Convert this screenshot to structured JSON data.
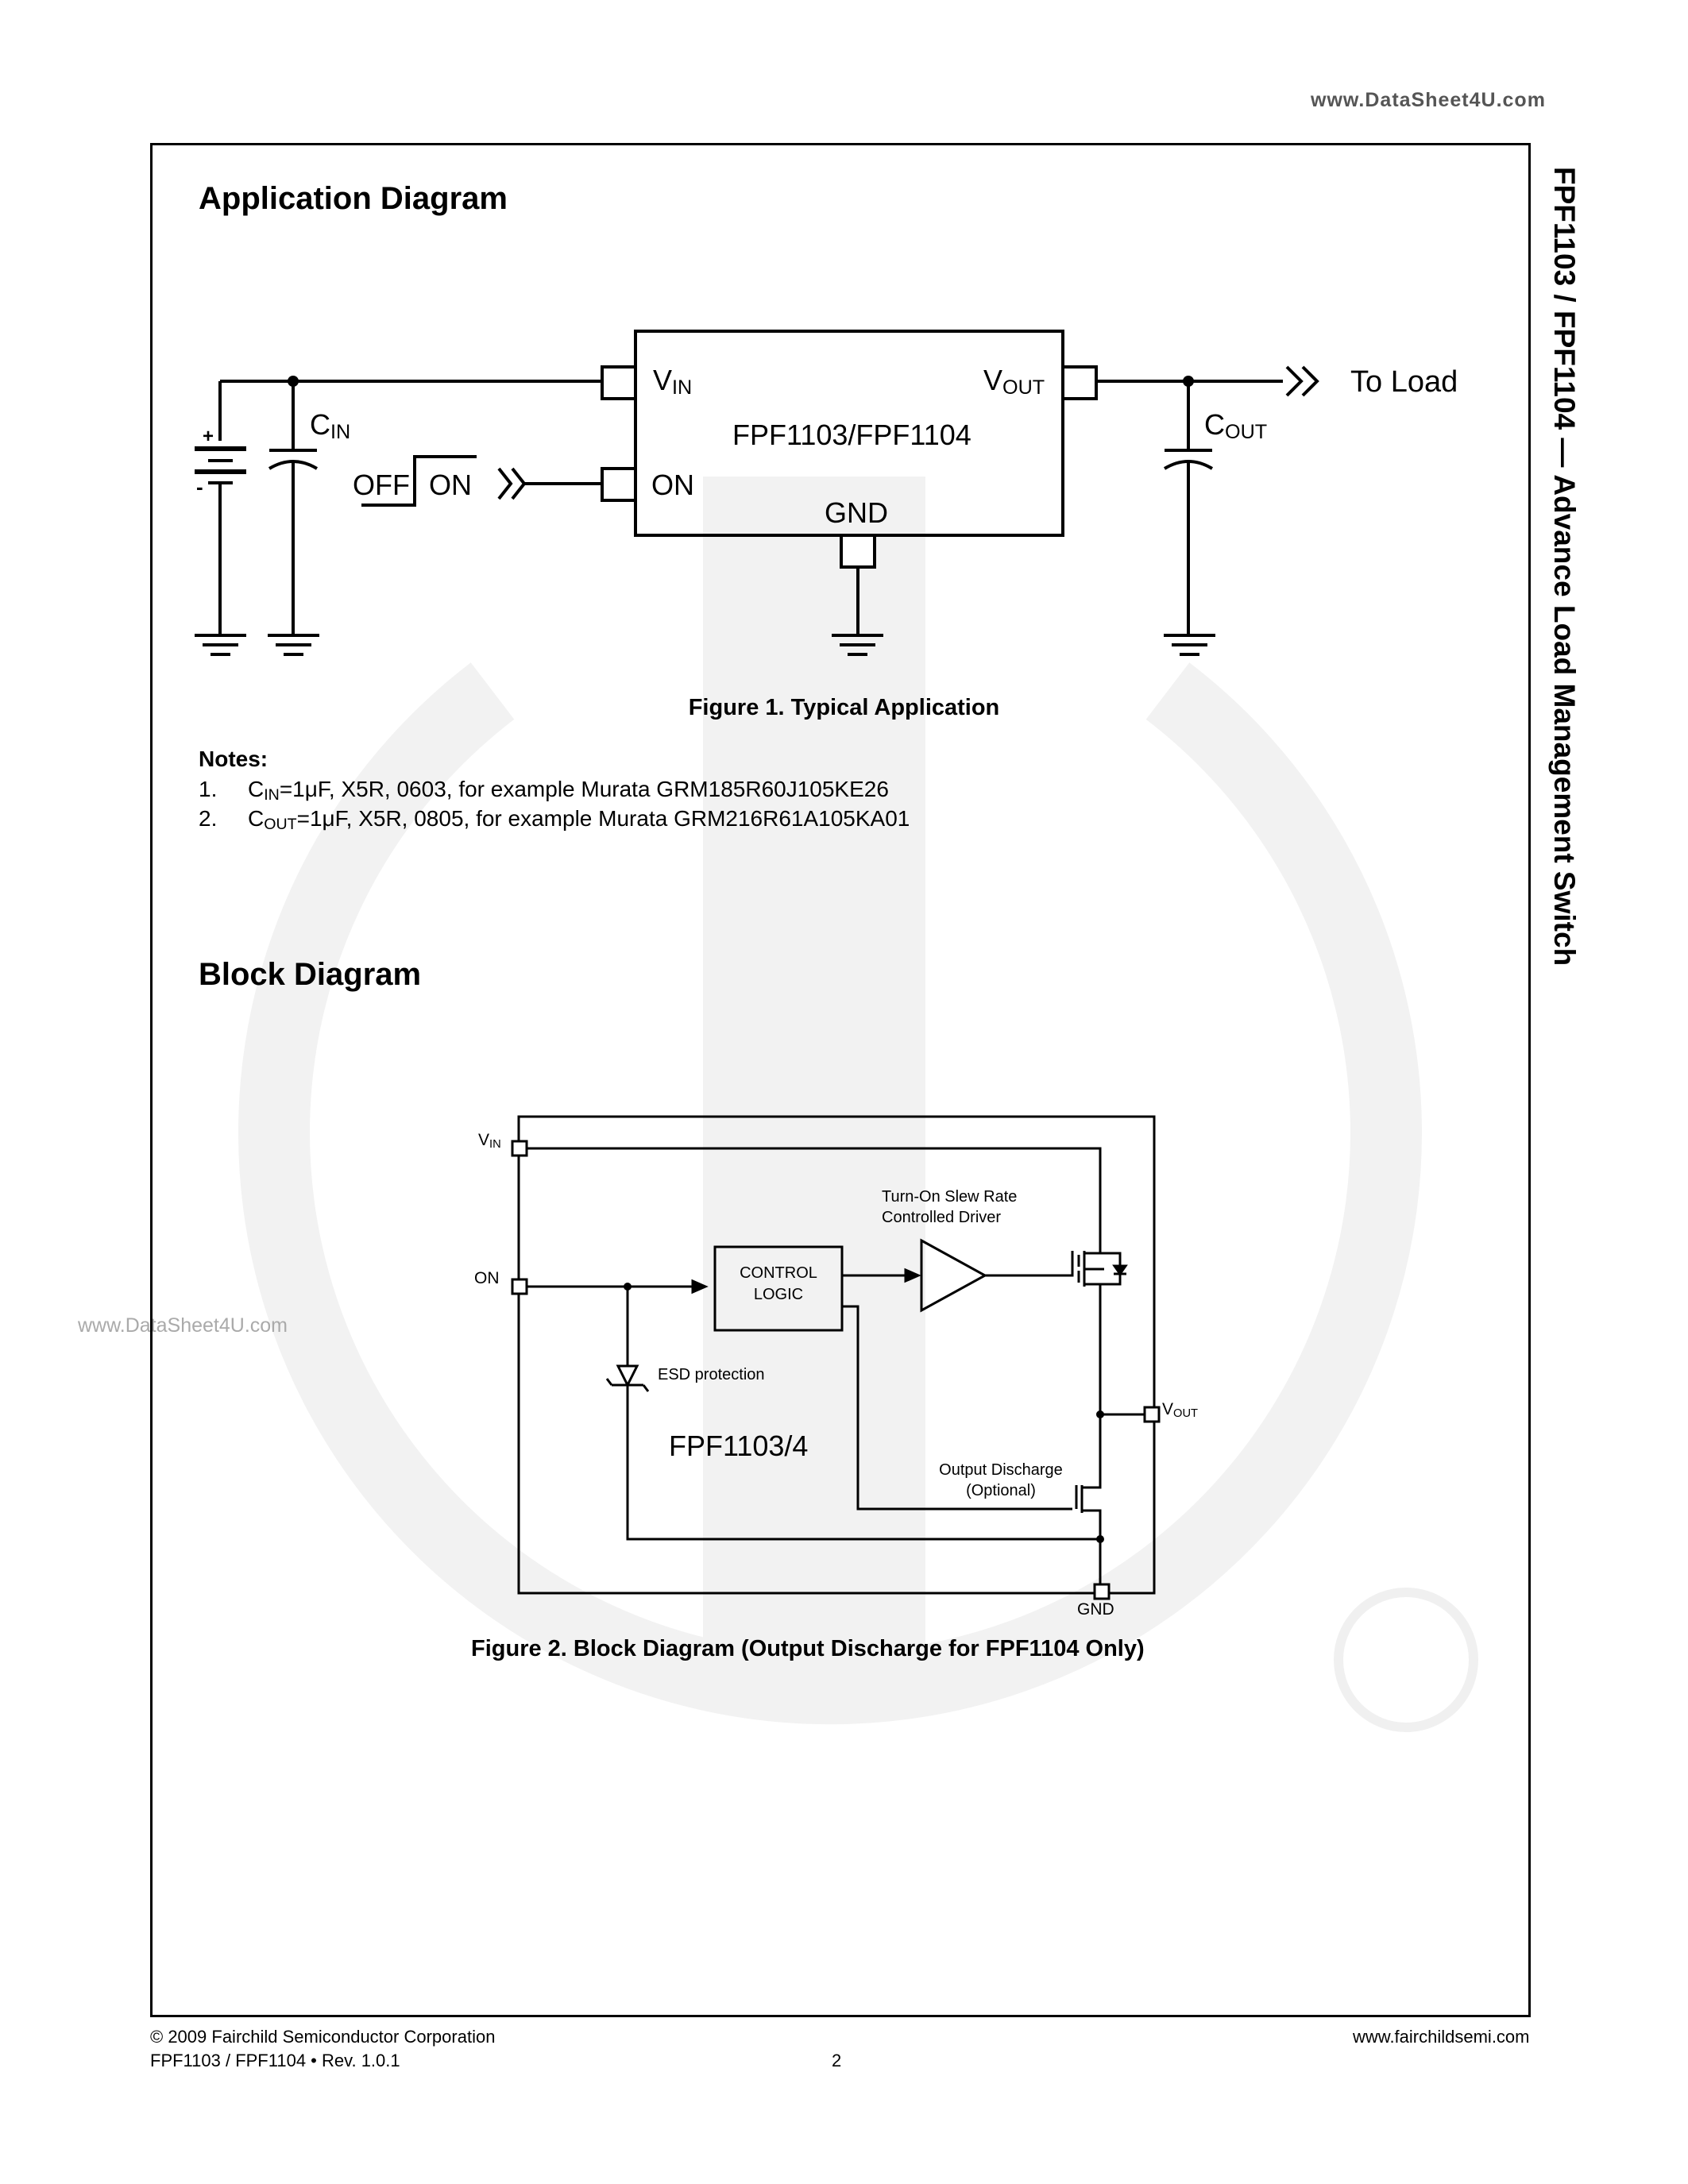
{
  "header": {
    "site_url_top": "www.DataSheet4U.com",
    "site_url_side": "www.DataSheet4U.com"
  },
  "side_title": "FPF1103 / FPF1104 — Advance Load Management Switch",
  "app_section": {
    "heading": "Application Diagram",
    "chip_label": "FPF1103/FPF1104",
    "pin_vin": "V",
    "pin_vin_sub": "IN",
    "pin_vout": "V",
    "pin_vout_sub": "OUT",
    "pin_on": "ON",
    "pin_gnd": "GND",
    "cin": "C",
    "cin_sub": "IN",
    "cout": "C",
    "cout_sub": "OUT",
    "to_load": "To Load",
    "off_label": "OFF",
    "on_label": "ON",
    "battery_plus": "+",
    "battery_minus": "-",
    "figure_caption": "Figure 1.  Typical Application"
  },
  "notes": {
    "heading": "Notes:",
    "items": [
      {
        "num": "1.",
        "prefix": "C",
        "sub": "IN",
        "text": "=1μF, X5R, 0603, for example Murata GRM185R60J105KE26"
      },
      {
        "num": "2.",
        "prefix": "C",
        "sub": "OUT",
        "text": "=1μF, X5R, 0805, for example Murata GRM216R61A105KA01"
      }
    ]
  },
  "block_section": {
    "heading": "Block Diagram",
    "pin_vin": "V",
    "pin_vin_sub": "IN",
    "pin_on": "ON",
    "pin_vout": "V",
    "pin_vout_sub": "OUT",
    "pin_gnd": "GND",
    "control_logic_line1": "CONTROL",
    "control_logic_line2": "LOGIC",
    "driver_line1": "Turn-On Slew Rate",
    "driver_line2": "Controlled Driver",
    "esd": "ESD protection",
    "part": "FPF1103/4",
    "discharge_line1": "Output Discharge",
    "discharge_line2": "(Optional)",
    "figure_caption": "Figure 2.  Block Diagram (Output Discharge for FPF1104 Only)"
  },
  "footer": {
    "copyright": "© 2009 Fairchild Semiconductor Corporation",
    "part_rev": "FPF1103 / FPF1104  •  Rev. 1.0.1",
    "page": "2",
    "website": "www.fairchildsemi.com"
  }
}
